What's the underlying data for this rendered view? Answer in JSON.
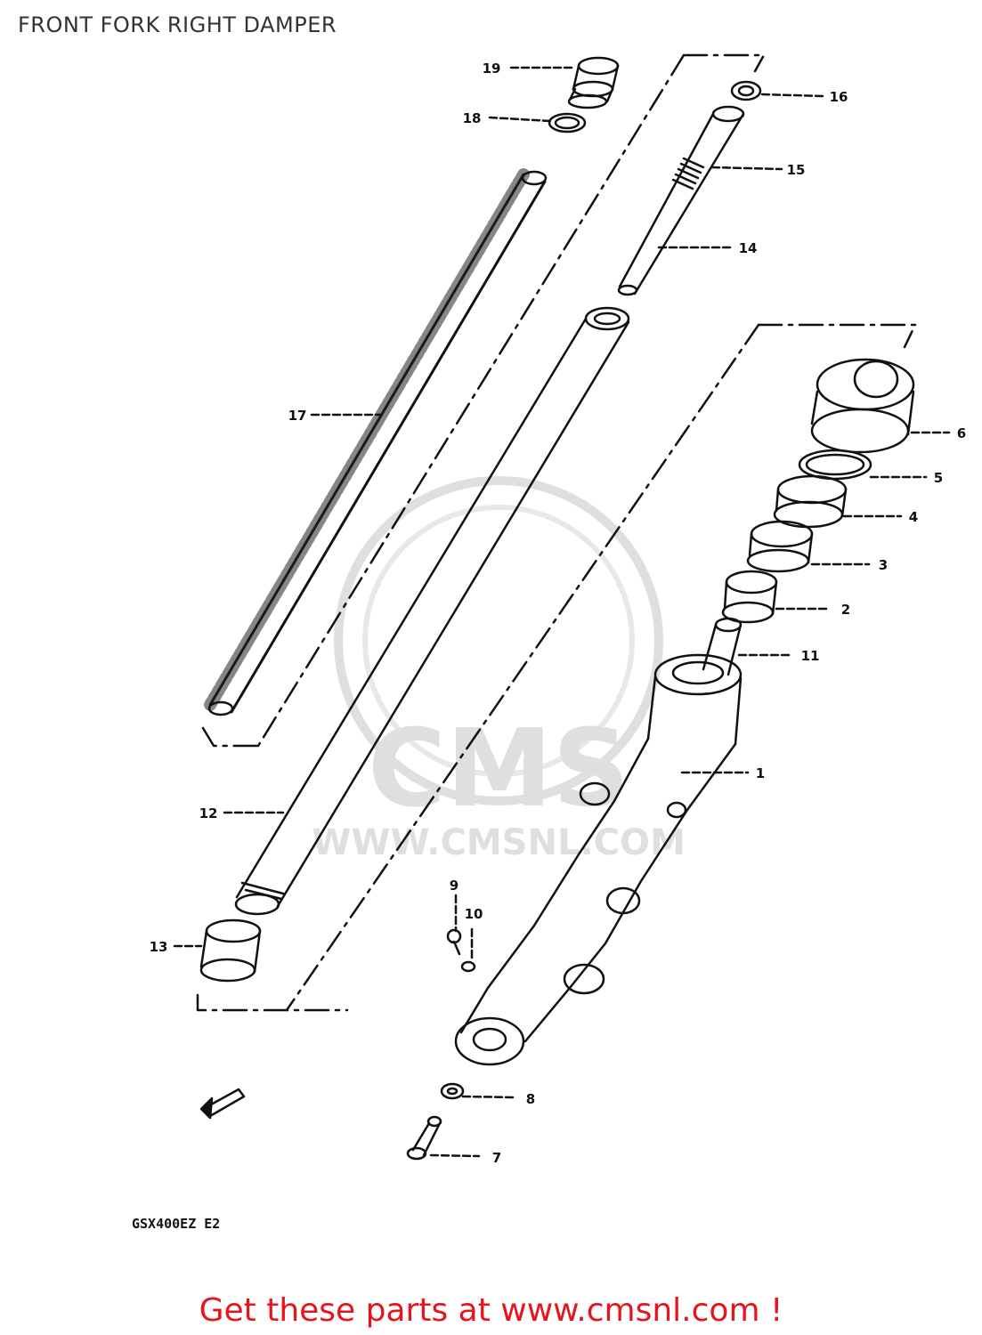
{
  "title": "FRONT FORK RIGHT DAMPER",
  "parts": [
    {
      "number": "1",
      "label": "1"
    },
    {
      "number": "2",
      "label": "2"
    },
    {
      "number": "3",
      "label": "3"
    },
    {
      "number": "4",
      "label": "4"
    },
    {
      "number": "5",
      "label": "5"
    },
    {
      "number": "6",
      "label": "6"
    },
    {
      "number": "7",
      "label": "7"
    },
    {
      "number": "8",
      "label": "8"
    },
    {
      "number": "9",
      "label": "9"
    },
    {
      "number": "10",
      "label": "10"
    },
    {
      "number": "11",
      "label": "11"
    },
    {
      "number": "12",
      "label": "12"
    },
    {
      "number": "13",
      "label": "13"
    },
    {
      "number": "14",
      "label": "14"
    },
    {
      "number": "15",
      "label": "15"
    },
    {
      "number": "16",
      "label": "16"
    },
    {
      "number": "17",
      "label": "17"
    },
    {
      "number": "18",
      "label": "18"
    },
    {
      "number": "19",
      "label": "19"
    }
  ],
  "model_code": "GSX400EZ E2",
  "watermark": {
    "brand": "CMS",
    "url": "WWW.CMSNL.COM"
  },
  "footer": "Get these parts at www.cmsnl.com !",
  "colors": {
    "footer": "#e8141c",
    "lines": "#111111",
    "watermark": "#dcdcdc"
  }
}
